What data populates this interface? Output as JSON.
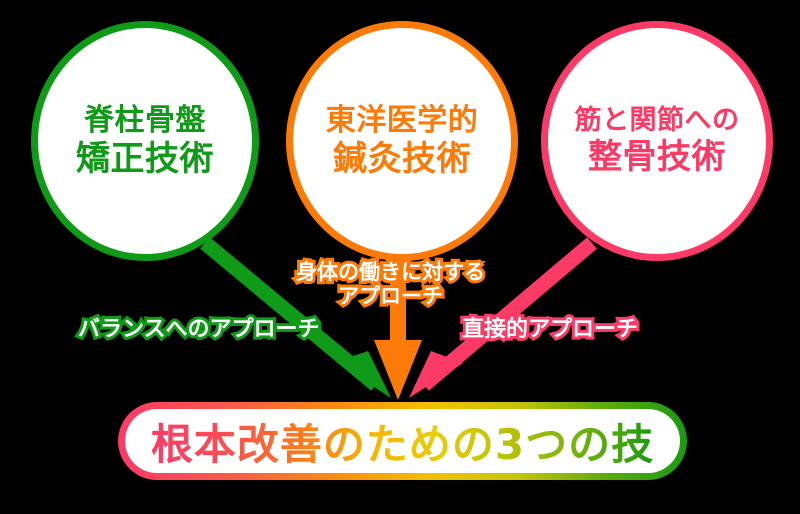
{
  "background_color": "#000000",
  "nodes": [
    {
      "id": "spine-pelvis",
      "line1": "脊柱骨盤",
      "line2": "矯正技術",
      "color": "#0f9a17"
    },
    {
      "id": "oriental-medicine",
      "line1": "東洋医学的",
      "line2": "鍼灸技術",
      "color": "#fb7a08"
    },
    {
      "id": "muscle-joint",
      "line1": "筋と関節への",
      "line2": "整骨技術",
      "color": "#fb3a65"
    }
  ],
  "edges": [
    {
      "id": "balance-approach",
      "line1": "バランスへのアプローチ",
      "line2": "",
      "color": "#0f9a17"
    },
    {
      "id": "body-function-approach",
      "line1": "身体の働きに対する",
      "line2": "アプローチ",
      "color": "#fb7a08"
    },
    {
      "id": "direct-approach",
      "line1": "直接的アプローチ",
      "line2": "",
      "color": "#fb3a65"
    }
  ],
  "result": {
    "text": "根本改善のための3つの技",
    "gradient_from": "#fb3a65",
    "gradient_mid": "#f6b800",
    "gradient_to": "#1a9a12"
  }
}
